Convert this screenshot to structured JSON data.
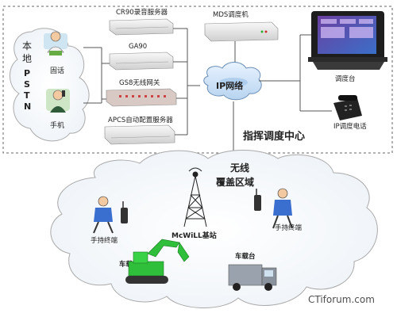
{
  "pstn_label": "本地PSTN",
  "pstn_chars": [
    "本",
    "地",
    "P",
    "S",
    "T",
    "N"
  ],
  "phone_label": "固话",
  "mobile_label": "手机",
  "servers": [
    {
      "label": "CR90录音服务器"
    },
    {
      "label": "GA90"
    },
    {
      "label": "GS8无线网关"
    },
    {
      "label": "APCS自动配置服务器"
    }
  ],
  "mds_label": "MDS调度机",
  "ip_network_label": "IP网络",
  "console_label": "调度台",
  "ip_phone_label": "IP调度电话",
  "command_center_label": "指挥调度中心",
  "wireless_area_label": [
    "无线",
    "覆盖区域"
  ],
  "base_station_label": "McWiLL基站",
  "handheld_left_label": "手持终端",
  "handheld_right_label": "手持终端",
  "vehicle_left_label": "车载台",
  "vehicle_right_label": "车载台",
  "watermark": "CTiforum.com",
  "colors": {
    "dashed_border": "#666666",
    "line": "#555555",
    "server_body": "#e9e9e9",
    "ip_cloud": "#cfe3f7",
    "excavator": "#2fbf3a",
    "truck": "#9aa3ad"
  }
}
